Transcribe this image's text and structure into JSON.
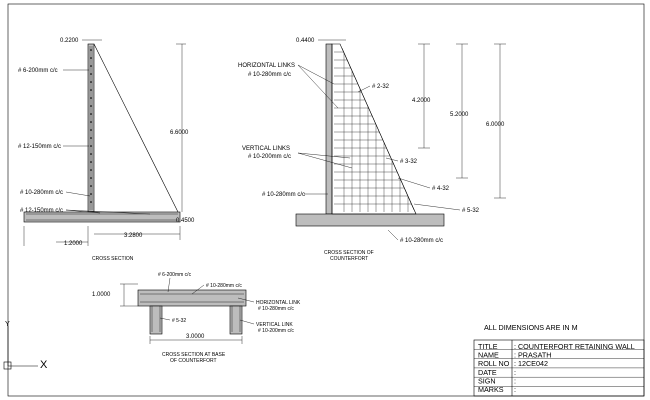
{
  "left_section": {
    "top_width": "0.2200",
    "stem_bar": "# 6-200mm c/c",
    "main_bar": "# 12-150mm c/c",
    "dist_bar": "# 10-280mm c/c",
    "base_bar": "# 12-150mm c/c",
    "height_dim": "6.6000",
    "base_thk_dim": "0.4500",
    "toe_dim": "1.2000",
    "heel_dim": "3.2800",
    "caption": "CROSS SECTION"
  },
  "right_section": {
    "top_width": "0.4400",
    "horizontal_links_label": "HORIZONTAL LINKS",
    "horizontal_links_value": "# 10-280mm c/c",
    "vertical_links_label": "VERTICAL LINKS",
    "vertical_links_value": "# 10-200mm c/c",
    "stem_bar": "# 10-280mm c/c",
    "bar_2": "# 2-32",
    "bar_3": "# 3-32",
    "bar_4": "# 4-32",
    "bar_5": "# 5-32",
    "base_bar": "# 10-280mm c/c",
    "dim_1": "4.2000",
    "dim_2": "5.2000",
    "dim_3": "6.0000",
    "caption_line1": "CROSS SECTION OF",
    "caption_line2": "COUNTERFORT"
  },
  "base_section": {
    "top_bar": "# 6-200mm c/c",
    "dist_bar": "# 10-280mm c/c",
    "depth_dim": "1.0000",
    "horizontal_link_label": "HORIZONTAL LINK",
    "horizontal_link_value": "# 10-280mm c/c",
    "vertical_link_label": "VERTICAL LINK",
    "vertical_link_value": "# 10-200mm c/c",
    "main_bar": "# 5-32",
    "width_dim": "3.0000",
    "caption_line1": "CROSS SECTION AT BASE",
    "caption_line2": "OF COUNTERFORT"
  },
  "note": "ALL DIMENSIONS ARE IN M",
  "title_block": {
    "rows": [
      {
        "key": "TITLE",
        "value": ": COUNTERFORT RETAINING WALL"
      },
      {
        "key": "NAME",
        "value": ": PRASATH"
      },
      {
        "key": "ROLL NO",
        "value": ": 12CE042"
      },
      {
        "key": "DATE",
        "value": ":"
      },
      {
        "key": "SIGN",
        "value": ":"
      },
      {
        "key": "MARKS",
        "value": ":"
      }
    ]
  },
  "ucs": {
    "y_label": "Y",
    "x_label": "X"
  }
}
